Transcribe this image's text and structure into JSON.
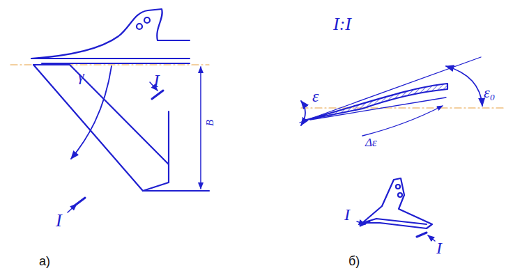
{
  "diagram": {
    "labels": [
      "I",
      "I",
      "γ",
      "В",
      "а)",
      "б)",
      "I:I",
      "ε",
      "ε₀",
      "Δε",
      "I",
      "I"
    ]
  }
}
